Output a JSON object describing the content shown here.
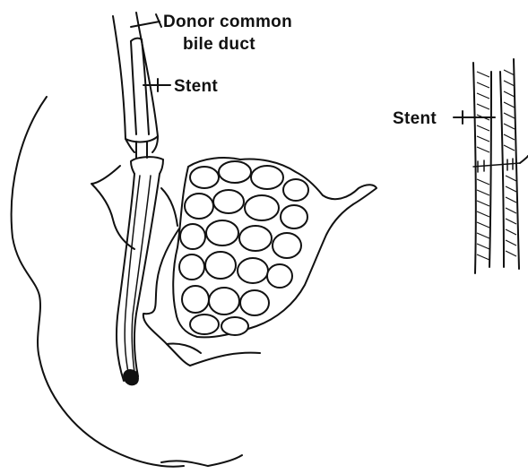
{
  "labels": {
    "donor_duct_line1": "Donor common",
    "donor_duct_line2": "bile duct",
    "stent_left": "Stent",
    "stent_right": "Stent"
  },
  "colors": {
    "ink": "#111111",
    "background": "#ffffff"
  }
}
